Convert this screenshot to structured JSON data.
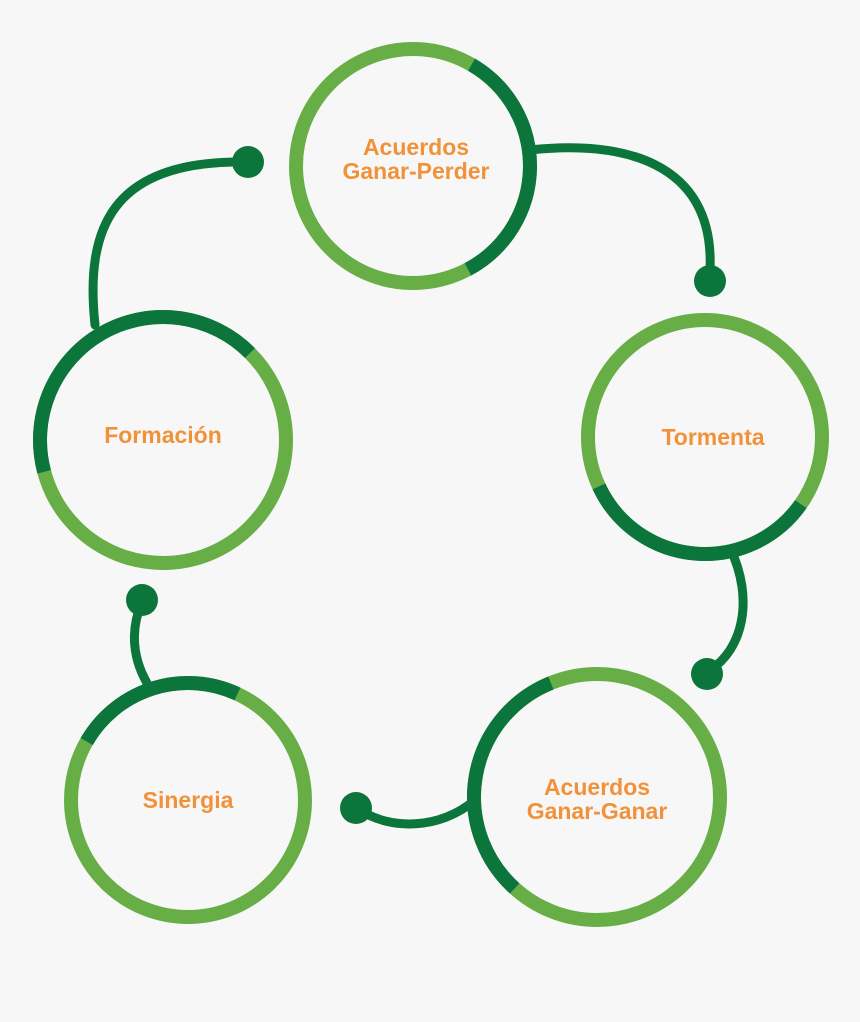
{
  "colors": {
    "background": "#f7f7f7",
    "ring_light": "#67ae47",
    "ring_dark": "#0b753b",
    "connector": "#0b753b",
    "label": "#f1923a"
  },
  "nodes": [
    {
      "id": "acuerdos-ganar-perder",
      "lines": [
        "Acuerdos",
        "Ganar-Perder"
      ]
    },
    {
      "id": "tormenta",
      "lines": [
        "Tormenta"
      ]
    },
    {
      "id": "acuerdos-ganar-ganar",
      "lines": [
        "Acuerdos",
        "Ganar-Ganar"
      ]
    },
    {
      "id": "sinergia",
      "lines": [
        "Sinergia"
      ]
    },
    {
      "id": "formacion",
      "lines": [
        "Formación"
      ]
    }
  ],
  "connections": [
    {
      "from": "acuerdos-ganar-perder",
      "to": "tormenta"
    },
    {
      "from": "tormenta",
      "to": "acuerdos-ganar-ganar"
    },
    {
      "from": "acuerdos-ganar-ganar",
      "to": "sinergia"
    },
    {
      "from": "sinergia",
      "to": "formacion"
    },
    {
      "from": "formacion",
      "to": "acuerdos-ganar-perder"
    }
  ]
}
